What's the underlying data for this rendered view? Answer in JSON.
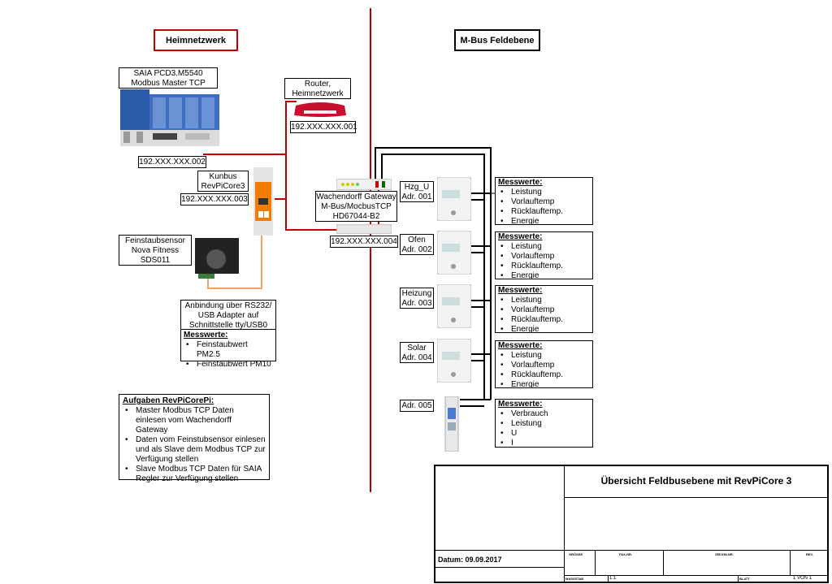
{
  "sections": {
    "left": "Heimnetzwerk",
    "right": "M-Bus Feldebene"
  },
  "saia": {
    "line1": "SAIA PCD3.M5540",
    "line2": "Modbus Master TCP",
    "ip": "192.XXX.XXX.002"
  },
  "router": {
    "line1": "Router,",
    "line2": "Heimnetzwerk",
    "ip": "192.XXX.XXX.001"
  },
  "kunbus": {
    "line1": "Kunbus",
    "line2": "RevPiCore3",
    "ip": "192.XXX.XXX.003"
  },
  "gateway": {
    "line1": "Wachendorff Gateway",
    "line2": "M-Bus/MocbusTCP",
    "line3": "HD67044-B2",
    "ip": "192.XXX.XXX.004"
  },
  "sensor": {
    "line1": "Feinstaubsensor",
    "line2": "Nova Fitness",
    "line3": "SDS011"
  },
  "rs232": {
    "line1": "Anbindung über RS232/",
    "line2": "USB Adapter auf",
    "line3": "Schnittstelle tty/USB0",
    "messwerte_title": "Messwerte:",
    "items": [
      "Feinstaubwert PM2.5",
      "Feinstaubwert PM10"
    ]
  },
  "tasks": {
    "title": "Aufgaben RevPiCorePi:",
    "items": [
      "Master Modbus TCP Daten einlesen vom Wachendorff Gateway",
      "Daten vom Feinstubsensor einlesen und als Slave dem Modbus TCP zur Verfügung stellen",
      "Slave Modbus TCP Daten für SAIA Regler zur Verfügung stellen"
    ]
  },
  "meters": [
    {
      "name": "Hzg_U",
      "addr": "Adr. 001"
    },
    {
      "name": "Ofen",
      "addr": "Adr. 002"
    },
    {
      "name": "Heizung",
      "addr": "Adr. 003"
    },
    {
      "name": "Solar",
      "addr": "Adr. 004"
    },
    {
      "name": "",
      "addr": "Adr. 005"
    }
  ],
  "messwerte": [
    {
      "title": "Messwerte:",
      "items": [
        "Leistung",
        "Vorlauftemp",
        "Rücklauftemp.",
        "Energie"
      ]
    },
    {
      "title": "Messwerte:",
      "items": [
        "Leistung",
        "Vorlauftemp",
        "Rücklauftemp.",
        "Energie"
      ]
    },
    {
      "title": "Messwerte:",
      "items": [
        "Leistung",
        "Vorlauftemp",
        "Rücklauftemp.",
        "Energie"
      ]
    },
    {
      "title": "Messwerte:",
      "items": [
        "Leistung",
        "Vorlauftemp",
        "Rücklauftemp.",
        "Energie"
      ]
    },
    {
      "title": "Messwerte:",
      "items": [
        "Verbrauch",
        "Leistung",
        "U",
        "I"
      ]
    }
  ],
  "title_block": {
    "title": "Übersicht Feldbusebene mit RevPiCore 3",
    "date": "Datum: 09.09.2017",
    "groesse": "GRÖSSE",
    "faxnr": "FAX-NR.",
    "zeichnr": "ZEICHN.NR.",
    "rev": "REV.",
    "massstab": "MASSSTAB",
    "massstab_val": "1:1",
    "blatt": "BLATT",
    "blatt_val": "1 VON 1"
  },
  "colors": {
    "divider": "#c00000",
    "title_border_left": "#c00000",
    "network": "#c00000",
    "mbus": "#000000",
    "serial": "#f4a460"
  }
}
